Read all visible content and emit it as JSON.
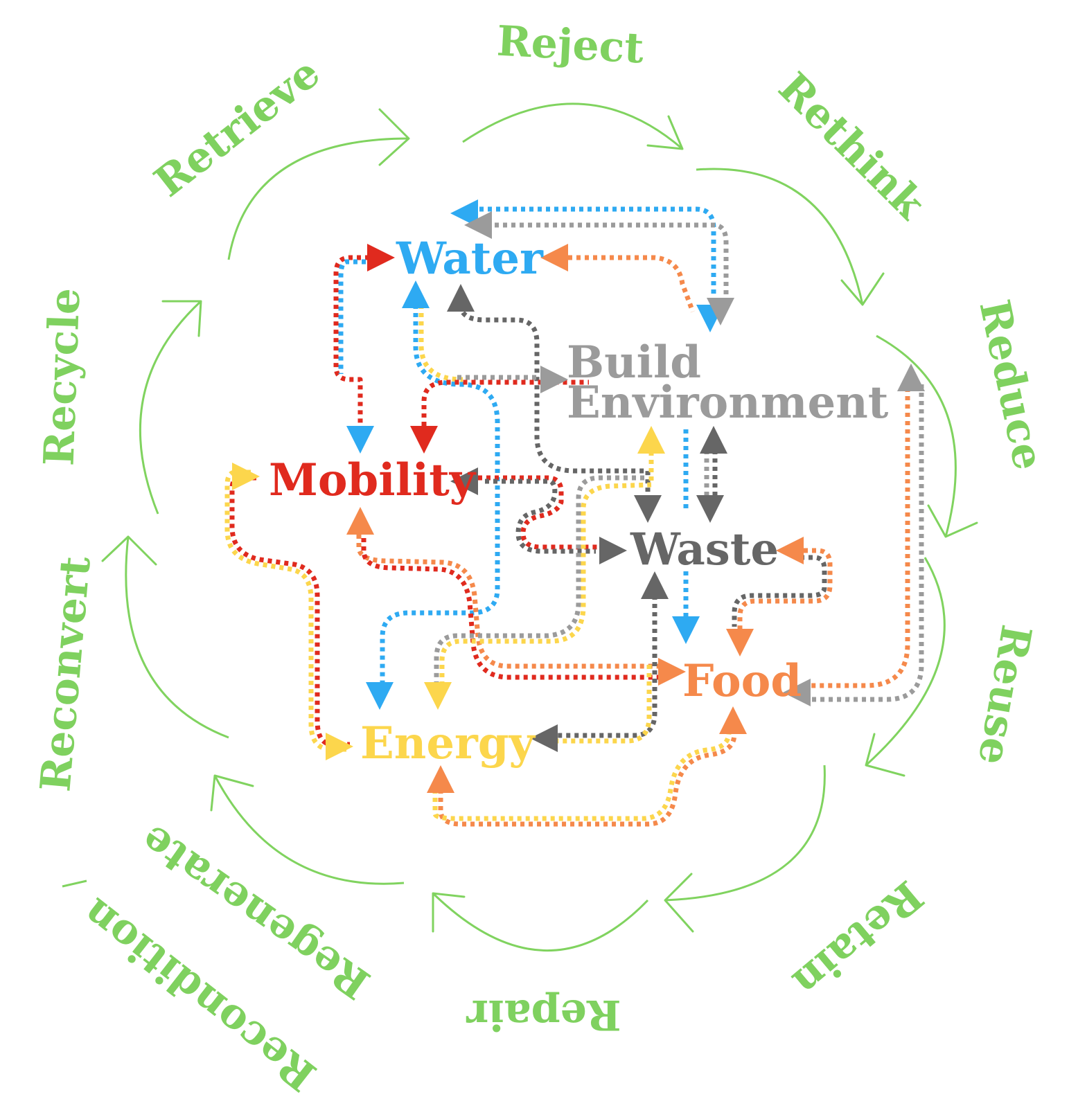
{
  "colors": {
    "ring": "#7fd15f",
    "water": "#2eaaf2",
    "mobility": "#e02a1e",
    "build_environment": "#9b9b9b",
    "waste": "#666666",
    "energy": "#fcd64c",
    "food": "#f5894b"
  },
  "ring_labels": {
    "reject": "Reject",
    "rethink": "Rethink",
    "reduce": "Reduce",
    "reuse": "Reuse",
    "retain": "Retain",
    "repair": "Repair",
    "regenerate": "Regenerate",
    "recondition": "Recondition",
    "reconvert": "Reconvert",
    "recycle": "Recycle",
    "retrieve": "Retrieve"
  },
  "nodes": {
    "water": "Water",
    "build_line1": "Build",
    "build_line2": "Environment",
    "mobility": "Mobility",
    "waste": "Waste",
    "food": "Food",
    "energy": "Energy"
  }
}
